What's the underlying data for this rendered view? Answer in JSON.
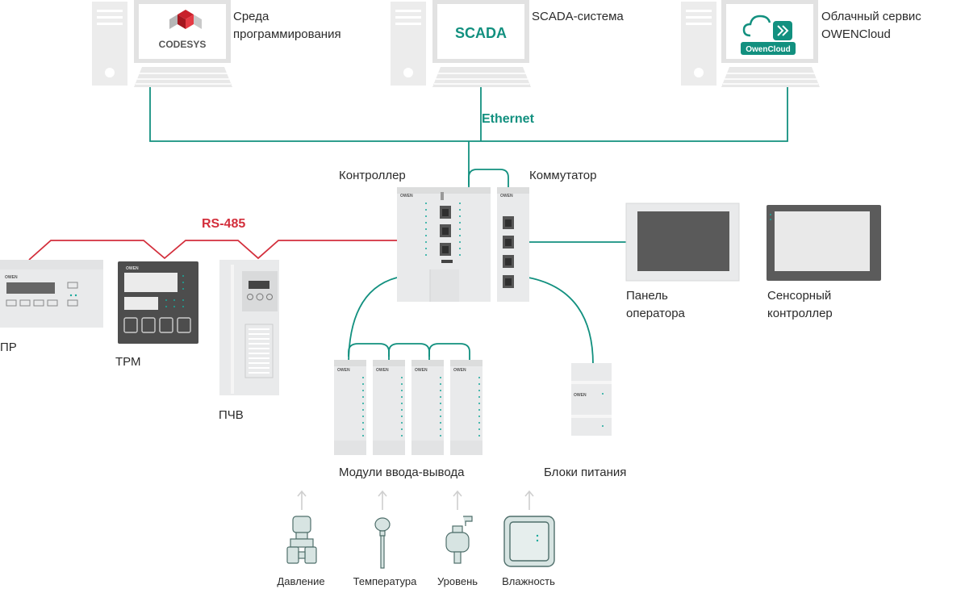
{
  "pcs": [
    {
      "label": "Среда\nпрограммирования",
      "screen": "CODESYS"
    },
    {
      "label": "SCADA-система",
      "screen": "SCADA"
    },
    {
      "label": "Облачный сервис\nOWENCloud",
      "screen": "OwenCloud"
    }
  ],
  "networks": {
    "ethernet": "Ethernet",
    "rs485": "RS-485"
  },
  "devices": {
    "controller": "Контроллер",
    "switch": "Коммутатор",
    "pr": "ПР",
    "trm": "ТРМ",
    "pchv": "ПЧВ",
    "panel": "Панель\nоператора",
    "touch": "Сенсорный\nконтроллер",
    "io": "Модули ввода-вывода",
    "psu": "Блоки питания"
  },
  "sensors": [
    "Давление",
    "Температура",
    "Уровень",
    "Влажность"
  ],
  "brand": "OWEN",
  "colors": {
    "ethernet": "#12907f",
    "rs485": "#d32f3c",
    "device": "#e9eaeb",
    "device_dark": "#5a5a5a",
    "led": "#18a89a"
  }
}
